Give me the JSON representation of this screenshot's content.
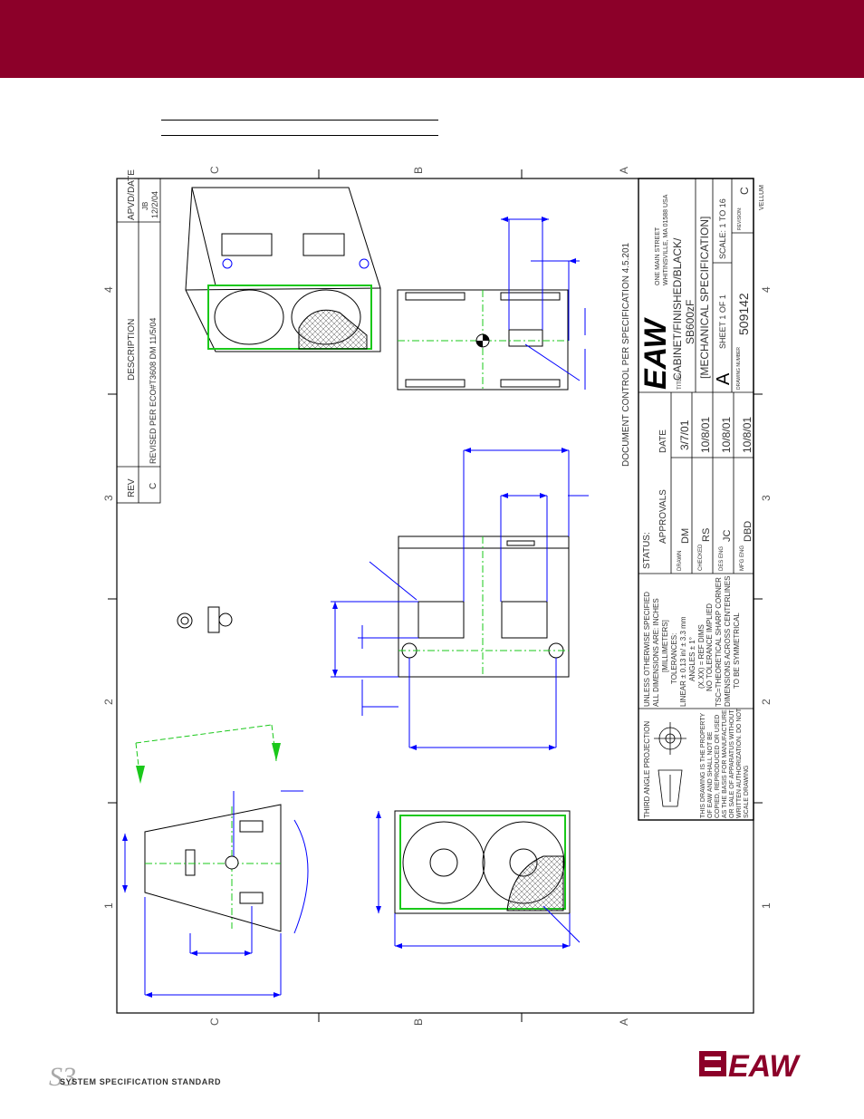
{
  "header": {
    "color": "#8c0029"
  },
  "drawing": {
    "zone_letters": [
      "C",
      "B",
      "A"
    ],
    "zone_numbers": [
      "1",
      "2",
      "3",
      "4"
    ],
    "title_block": {
      "doc_control": "DOCUMENT CONTROL PER SPECIFICATION 4.5.201",
      "revisions": {
        "rev_header": "REV",
        "desc_header": "DESCRIPTION",
        "date_header": "APVD/DATE",
        "rev": "C",
        "desc": "REVISED PER ECO#T3608 DM 11/5/04",
        "date_line1": "JB",
        "date_line2": "12/2/04"
      },
      "status": "STATUS:",
      "approvals": "APPROVALS",
      "date_label": "DATE",
      "rows": [
        {
          "role": "DRAWN",
          "name": "DM",
          "date": "3/7/01"
        },
        {
          "role": "CHECKED",
          "name": "RS",
          "date": "10/8/01"
        },
        {
          "role": "DES ENG",
          "name": "JC",
          "date": "10/8/01"
        },
        {
          "role": "MFG ENG",
          "name": "DBD",
          "date": "10/8/01"
        }
      ],
      "notes": [
        "UNLESS OTHERWISE SPECIFIED",
        "ALL DIMENSIONS ARE: INCHES",
        "[MILLIMETERS]",
        "TOLERANCES:",
        "LINEAR ± 0.13 in/ ± 3.3 mm",
        "ANGLES ± 1°",
        "(X.XX) = REF DIMS",
        "NO TOLERANCE IMPLIED",
        "TSC=THEORETICAL SHARP CORNER",
        "DIMENSIONS ACROSS CENTERLINES",
        "TO BE SYMMETRICAL"
      ],
      "projection": "THIRD ANGLE PROJECTION",
      "property_notice": [
        "THIS DRAWING IS THE PROPERTY",
        "OF EAW AND SHALL NOT BE",
        "COPIED, REPRODUCED OR USED",
        "AS THE BASIS FOR MANUFACTURE",
        "OR SALE OF APPARATUS WITHOUT",
        "WRITTEN AUTHORIZATION. DO NOT",
        "SCALE DRAWING"
      ],
      "company": "EAW",
      "address1": "ONE MAIN STREET",
      "address2": "WHITINSVILLE, MA 01588 USA",
      "title_label": "TITLE:",
      "title1": "CABINET/FINISHED/BLACK/",
      "title2": "SB600zF",
      "title3": "[MECHANICAL SPECIFICATION]",
      "size": "A",
      "sheet": "SHEET 1 OF 1",
      "scale": "SCALE: 1 TO 16",
      "drawing_number_label": "DRAWING NUMBER",
      "drawing_number": "509142",
      "revision_label": "REVISION:",
      "revision": "C",
      "vellum": "VELLUM"
    }
  },
  "footer": {
    "s3": "S3",
    "standard": "SYSTEM SPECIFICATION STANDARD",
    "logo": "EAW",
    "logo_color": "#8c0029"
  }
}
